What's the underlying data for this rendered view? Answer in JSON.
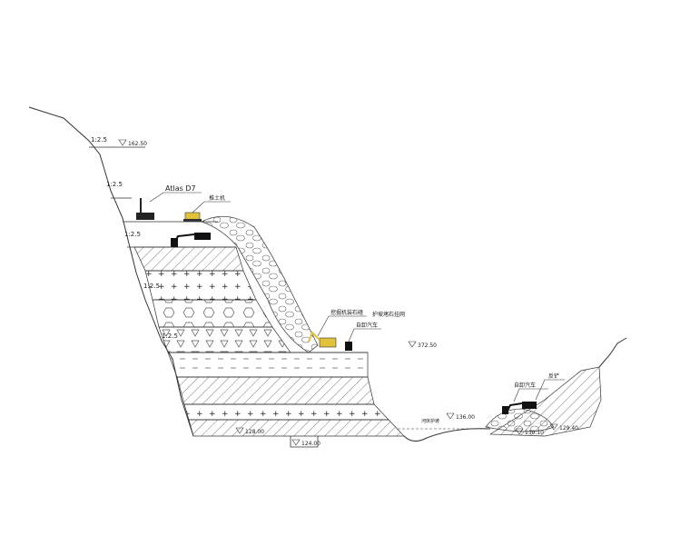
{
  "diagram": {
    "slope_ratios": [
      "1:2.5",
      "1:2.5",
      "1:2.5",
      "1:2.5",
      "1:2.5"
    ],
    "elevations": {
      "top": "162.50",
      "berm_right": "372.50",
      "river": "136.00",
      "bottom_left": "128.00",
      "foundation": "124.00",
      "right_1": "130.10",
      "right_2": "129.40"
    },
    "equipment_labels": {
      "drill_rig": "Atlas D7",
      "dozer": "推土机",
      "excavator_rock": "挖掘机装石碴",
      "dump_truck_1": "自卸汽车",
      "bank_protection": "护坡堵石挂网",
      "dump_truck_2": "自卸汽车",
      "backfill": "反铲",
      "river_bed": "河床护坡"
    },
    "colors": {
      "line": "#333333",
      "machine_yellow": "#e2c23a",
      "machine_dark": "#111111"
    }
  }
}
